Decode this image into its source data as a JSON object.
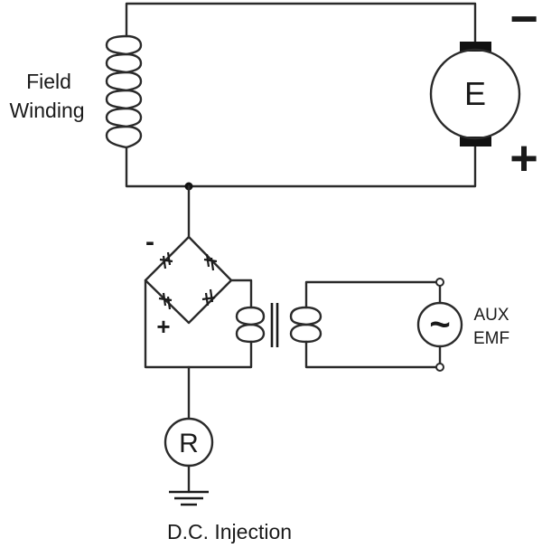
{
  "labels": {
    "field_winding_line1": "Field",
    "field_winding_line2": "Winding",
    "generator": "E",
    "gen_negative": "−",
    "gen_positive": "+",
    "bridge_negative": "-",
    "bridge_positive": "+",
    "aux_emf_line1": "AUX",
    "aux_emf_line2": "EMF",
    "ac_symbol": "~",
    "resistor": "R",
    "dc_injection": "D.C. Injection"
  },
  "colors": {
    "line": "#2a2a2a",
    "background": "#ffffff"
  }
}
